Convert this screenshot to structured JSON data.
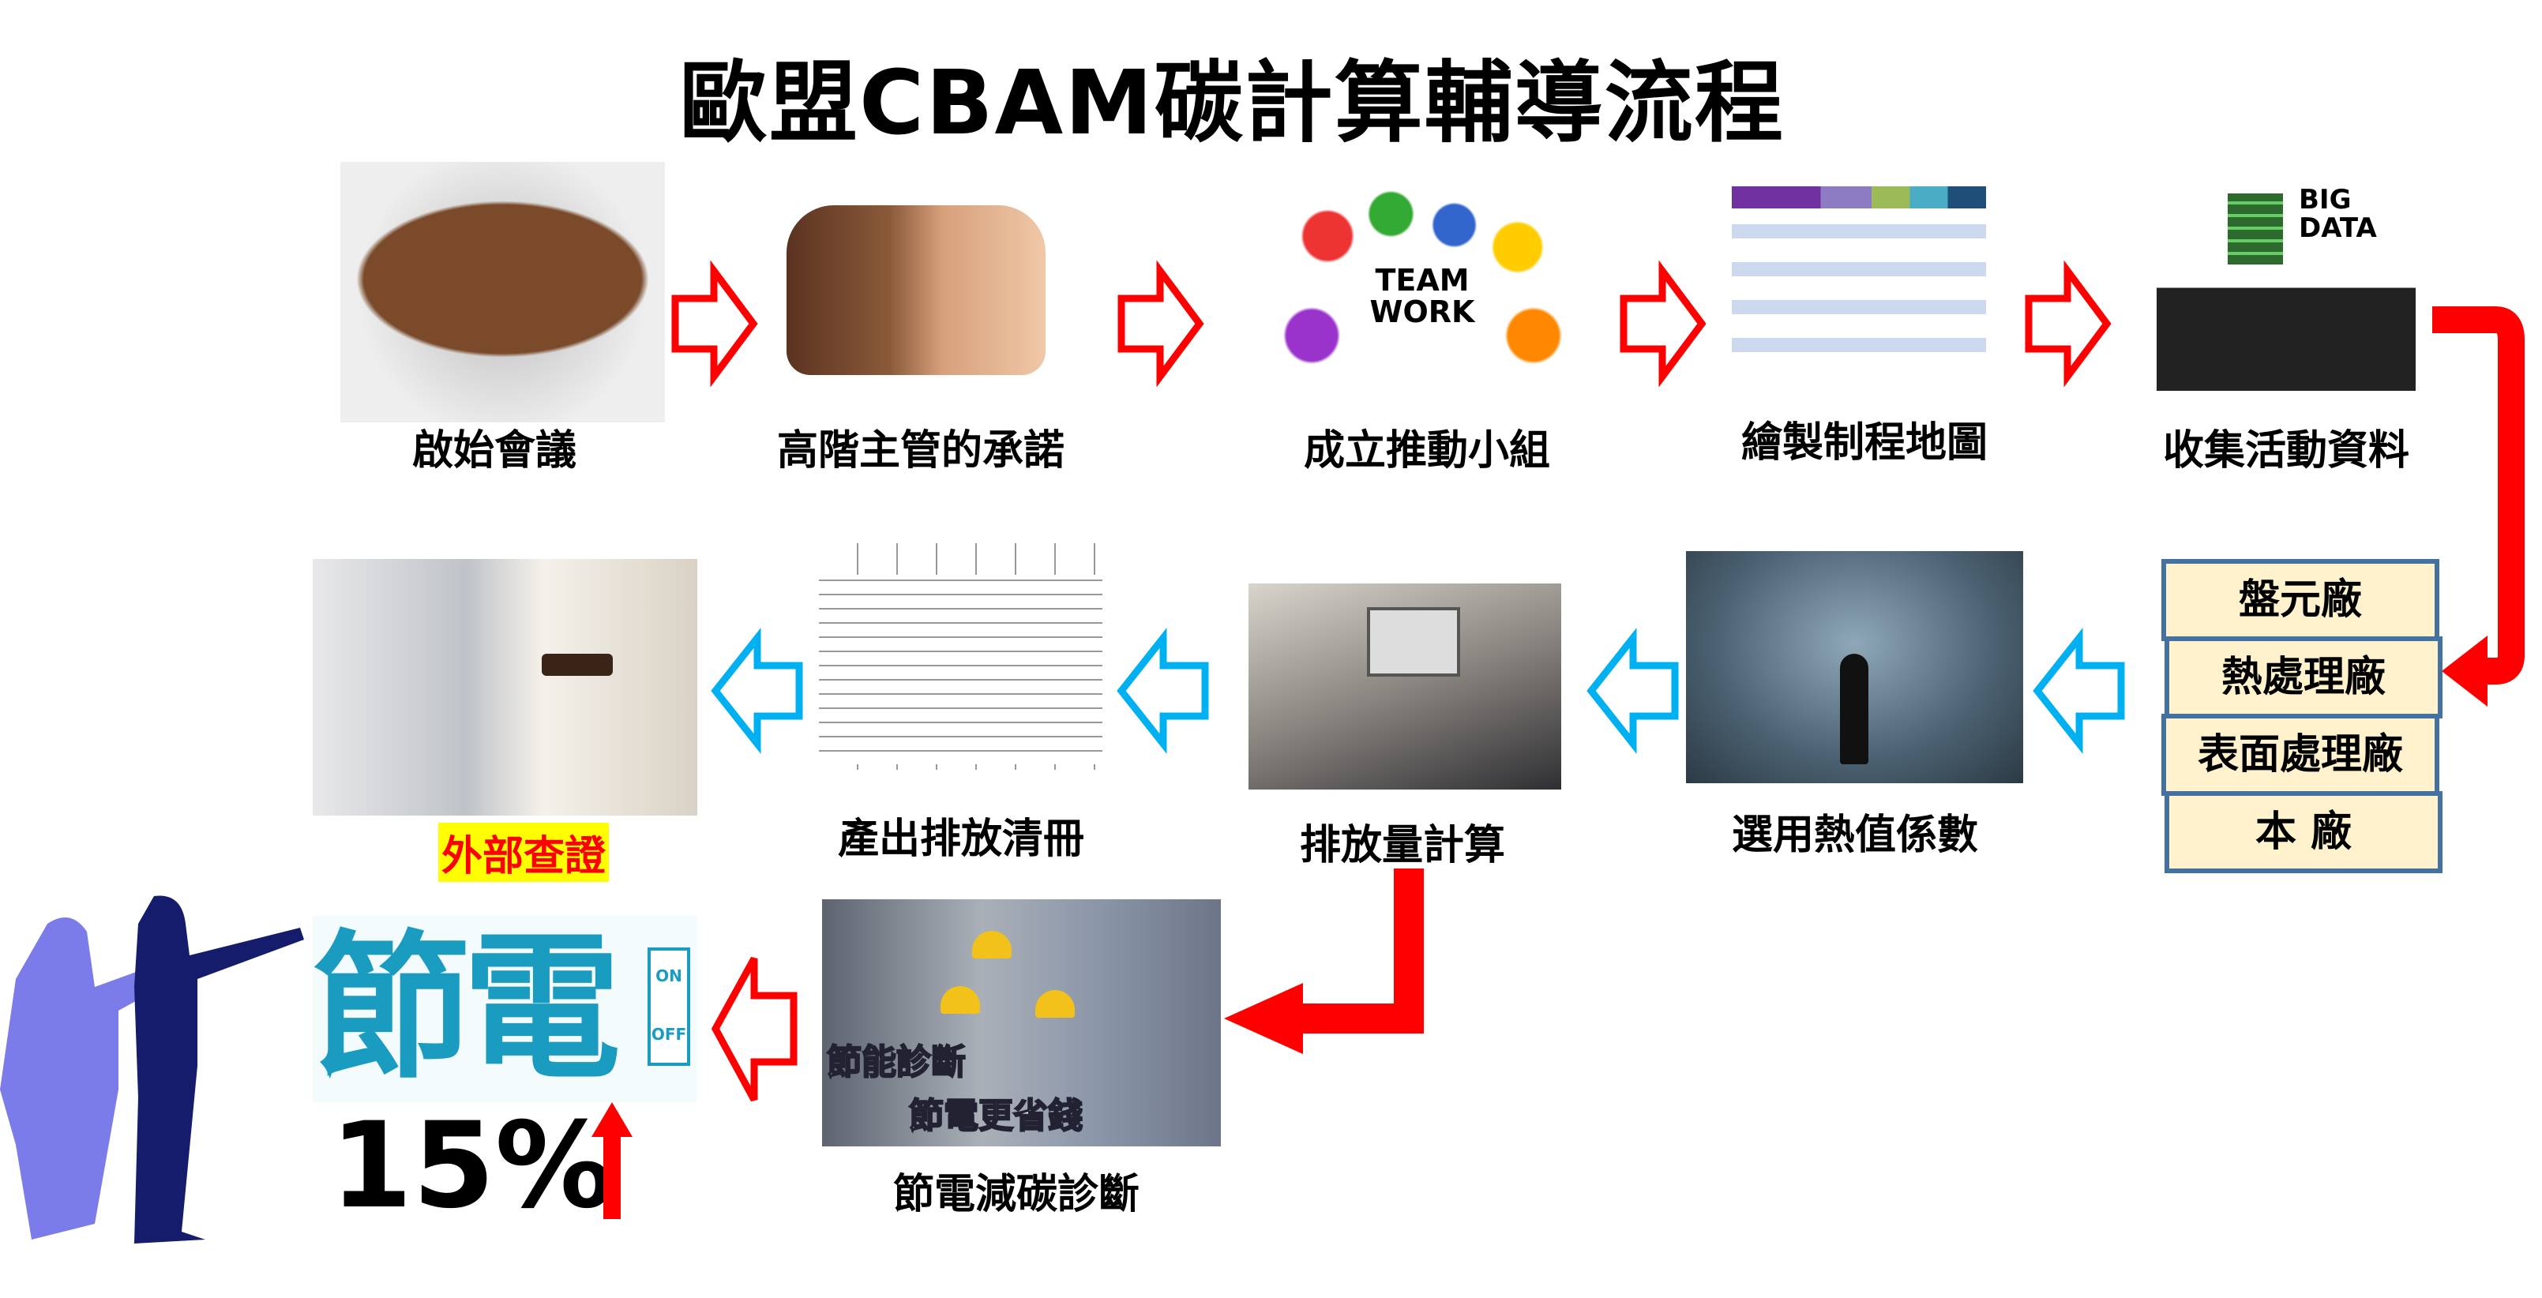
{
  "title": "歐盟CBAM碳計算輔導流程",
  "row1": [
    {
      "label": "啟始會議"
    },
    {
      "label": "高階主管的承諾"
    },
    {
      "label": "成立推動小組",
      "image_text": "TEAM WORK"
    },
    {
      "label": "繪製制程地圖"
    },
    {
      "label": "收集活動資料",
      "image_text": "BIG DATA"
    }
  ],
  "factories": [
    "盤元廠",
    "熱處理廠",
    "表面處理廠",
    "本 廠"
  ],
  "row2": [
    {
      "label": "選用熱值係數"
    },
    {
      "label": "排放量計算"
    },
    {
      "label": "產出排放清冊"
    },
    {
      "label": "外部查證"
    }
  ],
  "row3": {
    "diagnosis_label": "節電減碳診斷",
    "diagnosis_caption_1": "節能診斷",
    "diagnosis_caption_2": "節電更省錢",
    "saving_text": "節電",
    "switch_on": "ON",
    "switch_off": "OFF",
    "saving_percent": "15%"
  },
  "colors": {
    "flow_arrow_red": "#FF0000",
    "flow_arrow_blue": "#00B0F0",
    "box_fill": "#FFF2CC",
    "box_border": "#4472A0",
    "highlight": "#FFFF00",
    "saving_teal": "#1A9CC0"
  }
}
